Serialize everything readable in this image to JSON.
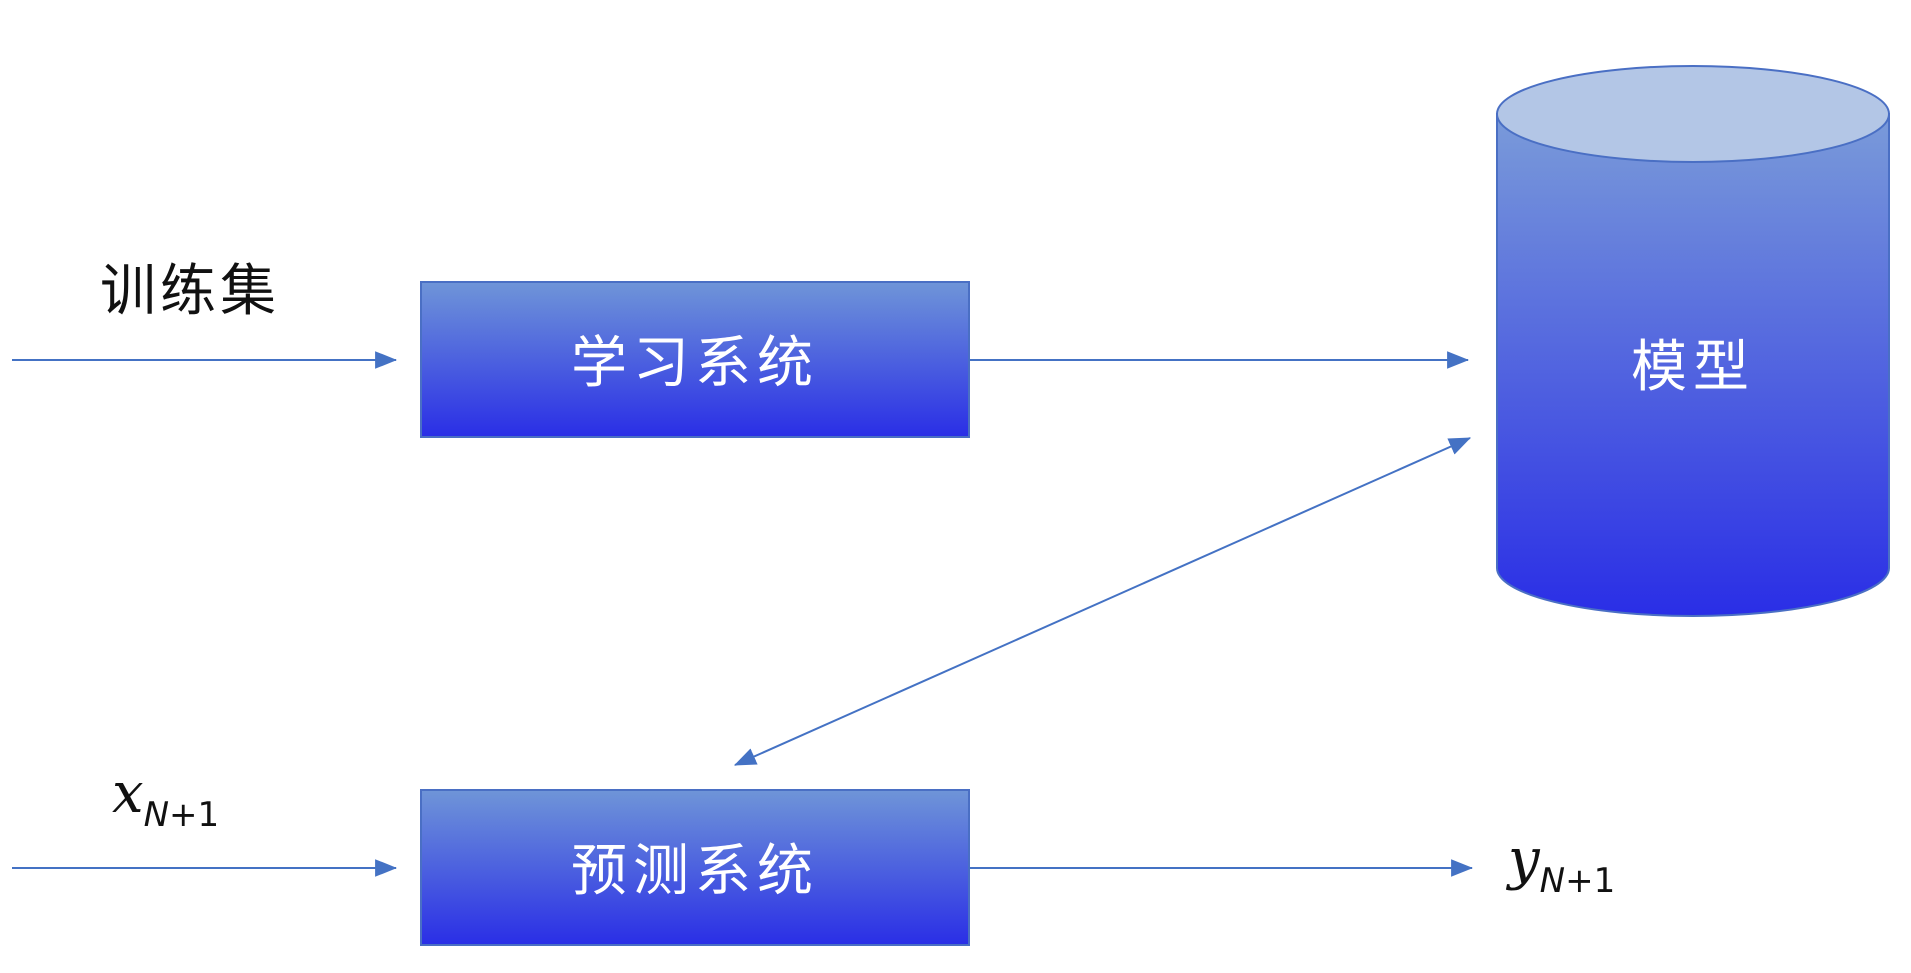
{
  "nodes": {
    "learning_system": "学习系统",
    "prediction_system": "预测系统",
    "model": "模型"
  },
  "inputs": {
    "training_set": "训练集",
    "x_main": "x",
    "x_sub_var": "N",
    "x_sub_rest": "+1"
  },
  "outputs": {
    "y_main": "y",
    "y_sub_var": "N",
    "y_sub_rest": "+1"
  },
  "colors": {
    "box_top": "#6f95d8",
    "box_bottom": "#2a2ee6",
    "cylinder_top_face": "#b3c6e6",
    "arrow": "#4472c4",
    "label_dark": "#111111",
    "label_light": "#ffffff"
  }
}
